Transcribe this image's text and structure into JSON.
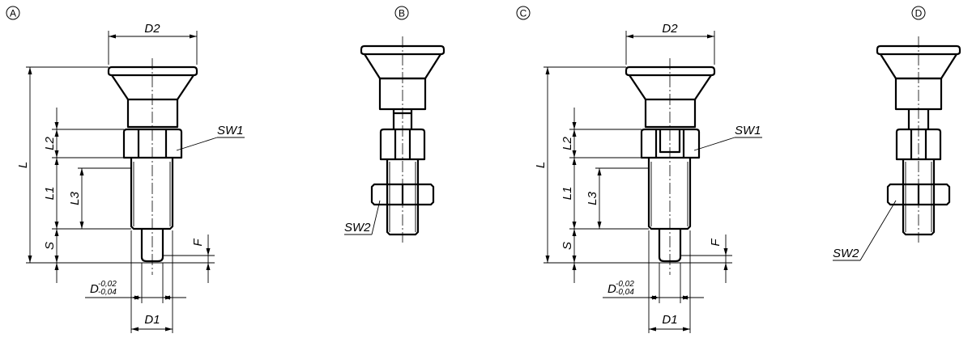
{
  "views": [
    {
      "id": "A",
      "label": "A",
      "dims": {
        "d2": "D2",
        "l": "L",
        "l1": "L1",
        "l2": "L2",
        "l3": "L3",
        "s": "S",
        "f": "F",
        "sw": "SW1",
        "d": "D",
        "tol_upper": "-0,02",
        "tol_lower": "-0,04",
        "d1": "D1"
      }
    },
    {
      "id": "B",
      "label": "B",
      "dims": {
        "sw": "SW2"
      }
    },
    {
      "id": "C",
      "label": "C",
      "dims": {
        "d2": "D2",
        "l": "L",
        "l1": "L1",
        "l2": "L2",
        "l3": "L3",
        "s": "S",
        "f": "F",
        "sw": "SW1",
        "d": "D",
        "tol_upper": "-0,02",
        "tol_lower": "-0,04",
        "d1": "D1"
      }
    },
    {
      "id": "D",
      "label": "D",
      "dims": {
        "sw": "SW2"
      }
    }
  ]
}
